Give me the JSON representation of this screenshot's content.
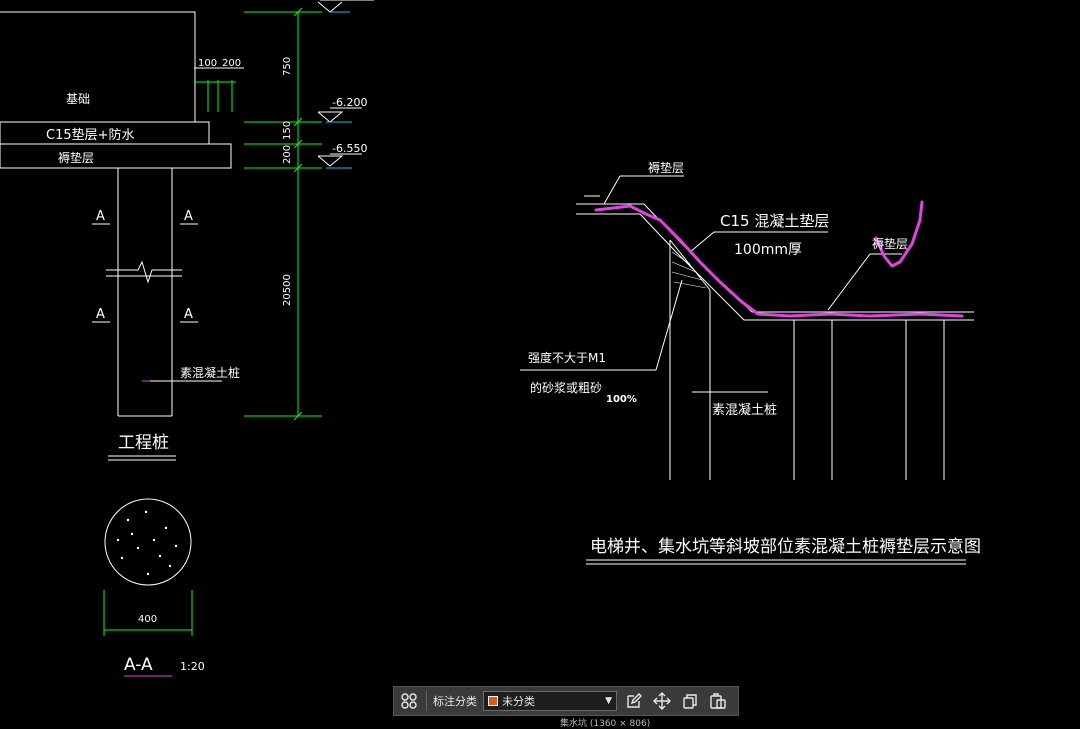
{
  "drawing": {
    "labels": {
      "foundation": "基础",
      "c15_waterproof": "C15垫层+防水",
      "cushion_left": "褥垫层",
      "dim_100": "100",
      "dim_200_top": "200",
      "dim_750": "750",
      "level_6200": "-6.200",
      "dim_150": "150",
      "level_6550": "-6.550",
      "dim_200_side": "200",
      "dim_20500": "20500",
      "section_a1": "A",
      "section_a2": "A",
      "section_a3": "A",
      "section_a4": "A",
      "plain_pile_left": "素混凝土桩",
      "engineering_pile": "工程桩",
      "dim_400": "400",
      "section_aa": "A-A",
      "scale": "1:20",
      "cushion_right_top": "褥垫层",
      "c15_cushion": "C15 混凝土垫层",
      "thickness_100mm": "100mm厚",
      "cushion_right": "褥垫层",
      "strength_m1": "强度不大于M1",
      "mortar_sand": "的砂浆或粗砂",
      "percent_100": "100%",
      "plain_pile_right": "素混凝土桩",
      "diagram_title": "电梯井、集水坑等斜坡部位素混凝土桩褥垫层示意图"
    },
    "colors": {
      "background": "#000000",
      "lines": "#ffffff",
      "dimensions": "#00ff00",
      "annotation_stroke": "#e83ee8",
      "level_tick": "#00c8ff"
    }
  },
  "toolbar": {
    "category_label": "标注分类",
    "selected_category": "未分类",
    "icons": [
      "grid-icon",
      "edit-icon",
      "move-icon",
      "copy-icon",
      "paste-icon"
    ]
  },
  "status": {
    "text": "集水坑 (1360 × 806)"
  }
}
